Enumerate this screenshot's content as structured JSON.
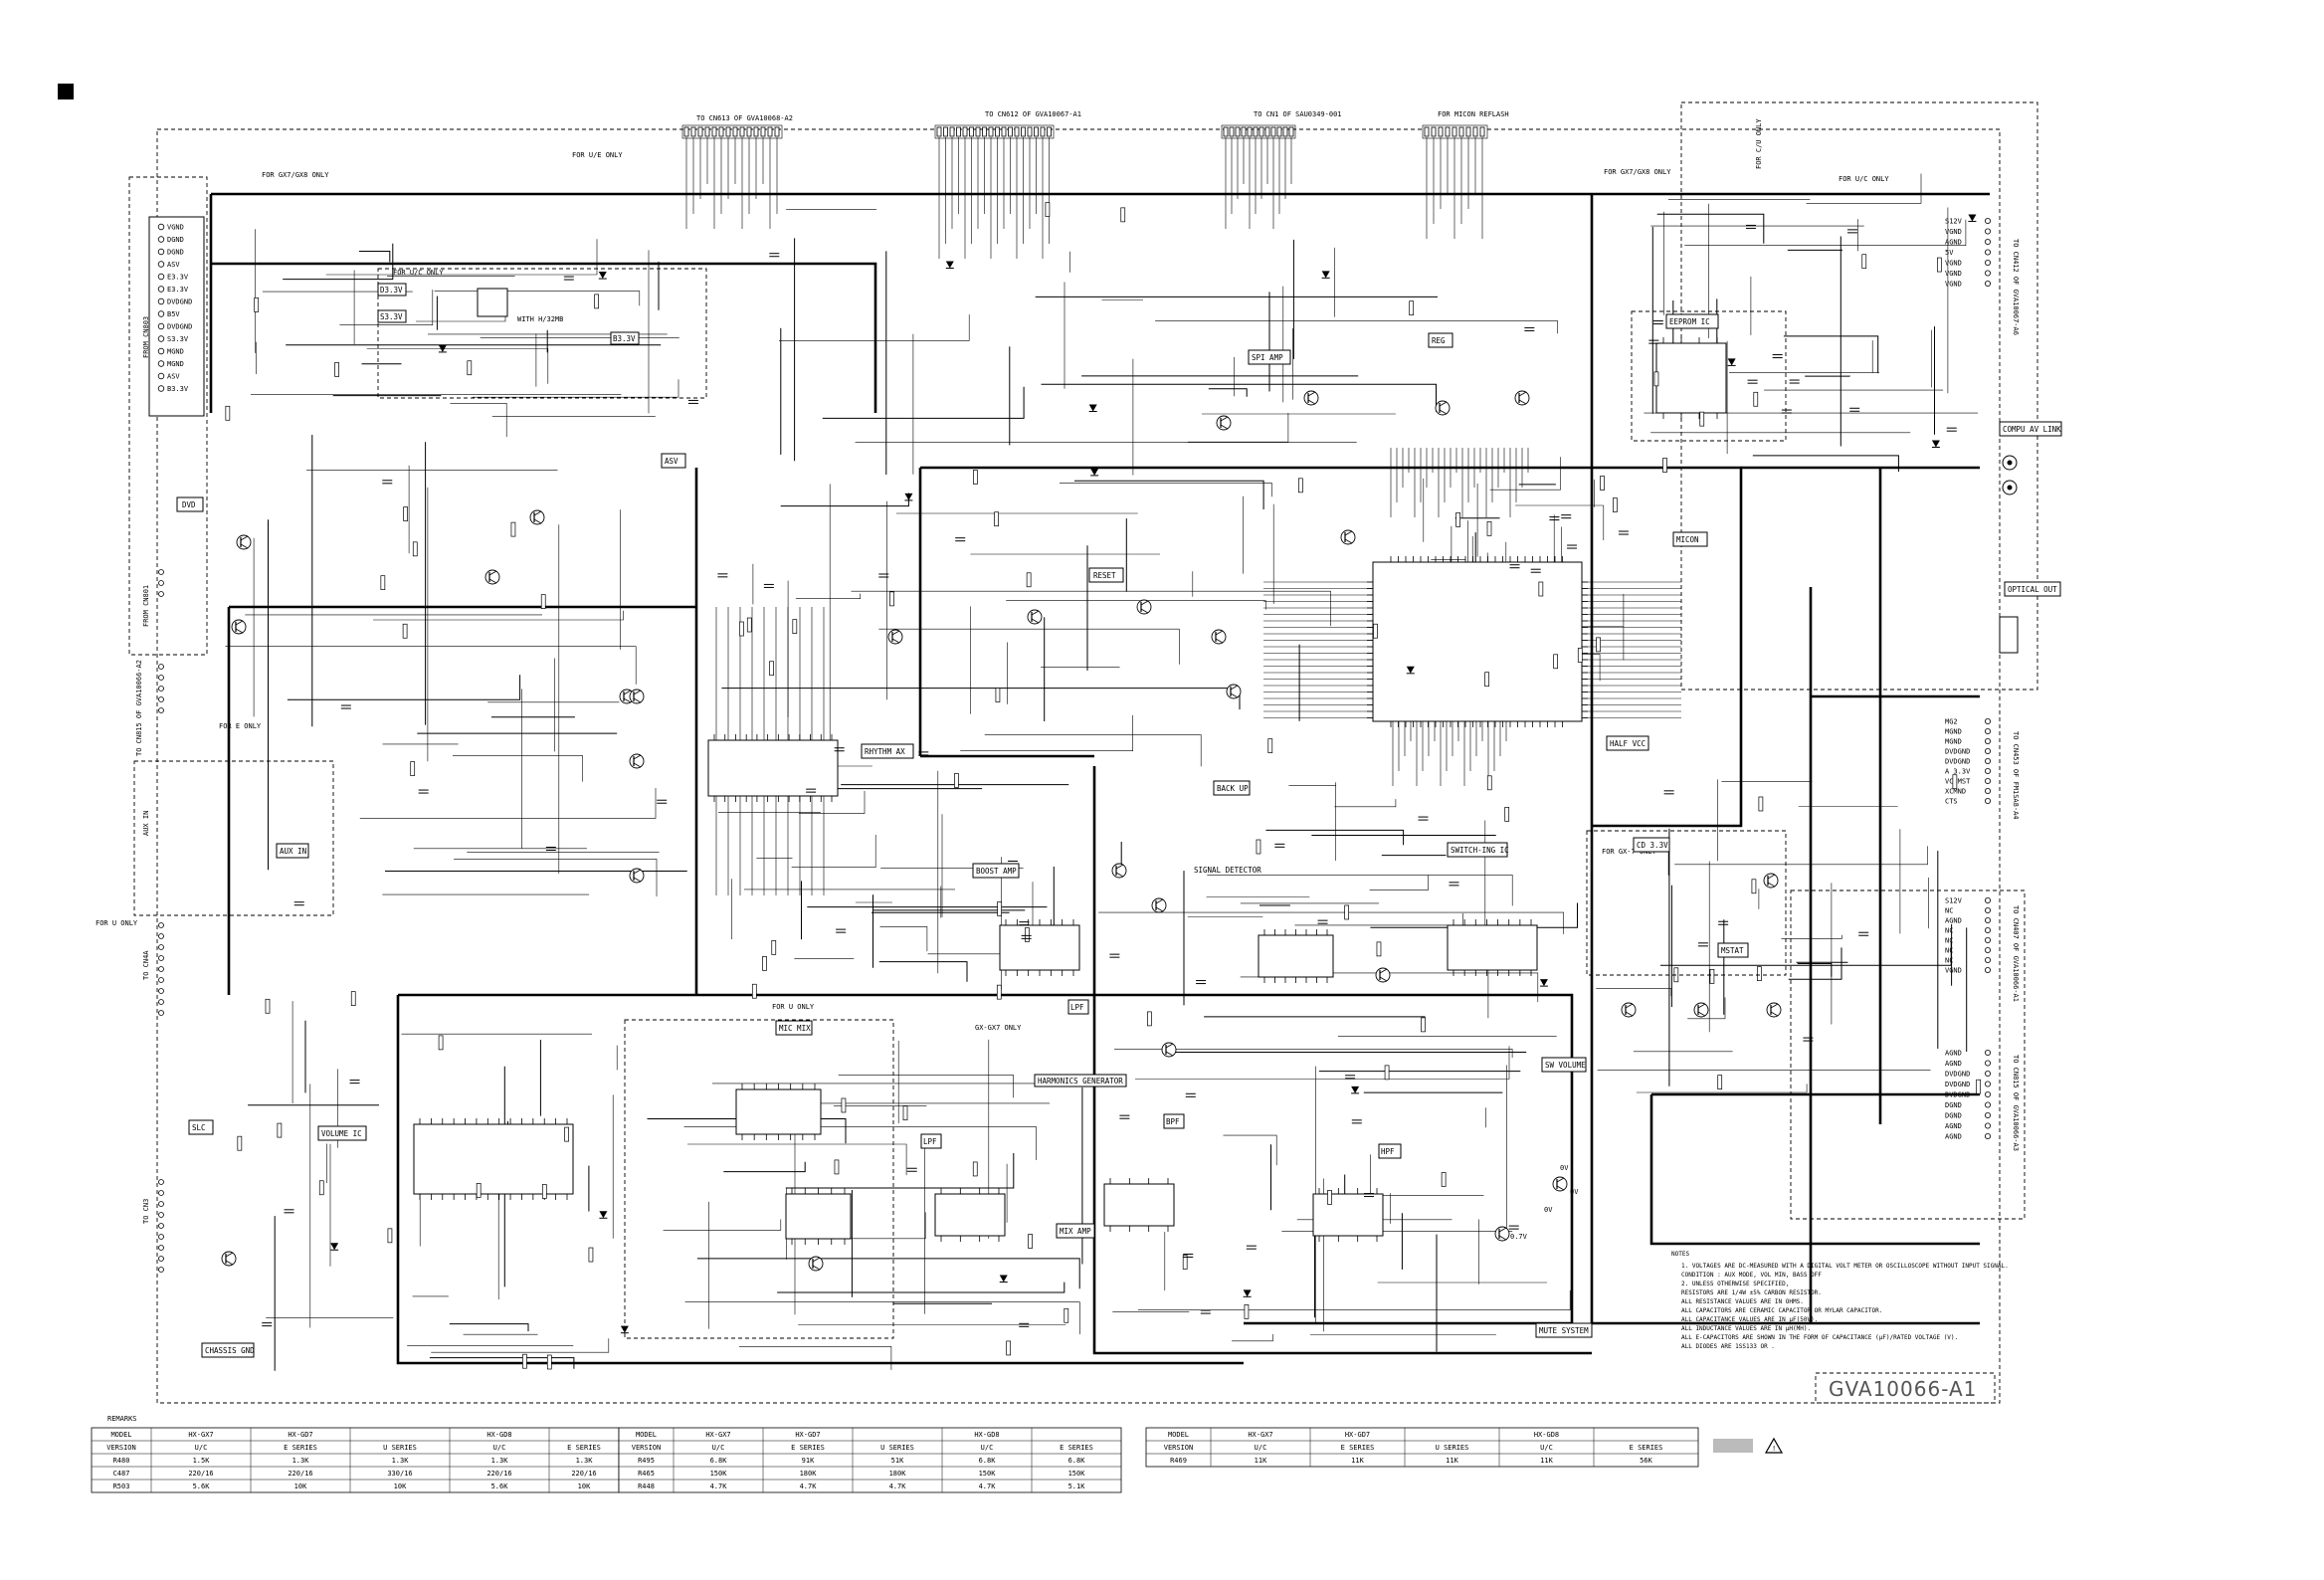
{
  "connectors_top": {
    "cn613": "TO CN613 OF GVA10068-A2",
    "cn612": "TO CN612 OF GVA10067-A1",
    "cn1": "TO CN1 OF SAU0349-001",
    "ficon": "FOR MICON REFLASH"
  },
  "connectors_left": {
    "from_cn803": "FROM CN803",
    "from_cn801": "FROM CN801",
    "to_cn815": "TO CN815 OF GVA10066-A2",
    "aux_in": "AUX IN",
    "to_cn3a": "TO CN4A",
    "to_cn4": "TO CN3"
  },
  "connectors_right": {
    "cn412": "TO CN412 OF GVA10067-A6",
    "cn453": "TO CN453 OF FM1SA8-A4",
    "cn407": "TO CN407 OF GVA10066-A1",
    "cn815": "TO CN815 OF GVA10066-A3"
  },
  "only_notes": {
    "gx7_gx8_left": "FOR GX7/GX8 ONLY",
    "uc_top": "FOR U/E ONLY",
    "uc_only": "FOR U/C ONLY",
    "gx7_gx8_right": "FOR GX7/GX8 ONLY",
    "uc_right1": "FOR C/U ONLY",
    "uc_right2": "FOR U/C ONLY",
    "e_only": "FOR E ONLY",
    "u_only": "FOR U ONLY",
    "u_only2": "FOR U ONLY",
    "gx7_only": "FOR GX-7 ONLY",
    "gx7_only2": "GX-GX7 ONLY",
    "with_h": "WITH H/32MB"
  },
  "blocks": {
    "dvd": "DVD",
    "asv": "ASV",
    "spi_amp": "SPI AMP",
    "reg": "REG",
    "eeprom": "EEPROM IC",
    "reset": "RESET",
    "micon": "MICON",
    "comp_av": "COMPU AV LINK",
    "optical": "OPTICAL OUT",
    "rhythm": "RHYTHM AX",
    "back_up": "BACK UP",
    "half_vcc": "HALF VCC",
    "aux_in_blk": "AUX IN",
    "boost_amp": "BOOST AMP",
    "signal_det": "SIGNAL DETECTOR",
    "switch": "SWITCH-ING IC",
    "cd33": "CD 3.3V",
    "mstat": "MSTAT",
    "lpf": "LPF",
    "sw_volume": "SW VOLUME",
    "mic_mix": "MIC MIX",
    "harmonics": "HARMONICS GENERATOR",
    "lpf2": "LPF",
    "hpf": "HPF",
    "bpf": "BPF",
    "mix_amp": "MIX AMP",
    "volume_ic": "VOLUME IC",
    "slc": "SLC",
    "chassis_gnd": "CHASSIS GND",
    "mute_system": "MUTE SYSTEM",
    "d33": "D3.3V",
    "s33": "S3.3V",
    "b33": "B3.3V"
  },
  "left_pins_dvd": [
    "VGND",
    "DGND",
    "DGND",
    "ASV",
    "E3.3V",
    "E3.3V",
    "DVDGND",
    "B5V",
    "DVDGND",
    "S3.3V",
    "MGND",
    "MGND",
    "ASV",
    "B3.3V"
  ],
  "right_pins_top": [
    "S12V",
    "VGND",
    "AGND",
    "5V",
    "VGND",
    "VGND",
    "VGND"
  ],
  "right_pins_mid": [
    "MG2",
    "MGND",
    "MGND",
    "DVDGND",
    "DVDGND",
    "A 3.3V",
    "VCCMST",
    "XCMND",
    "CTS"
  ],
  "right_pins_low": [
    "S12V",
    "NC",
    "AGND",
    "NC",
    "NC",
    "NC",
    "NC",
    "VGND"
  ],
  "right_pins_bot": [
    "AGND",
    "AGND",
    "DVDGND",
    "DVDGND",
    "DVDGND",
    "DGND",
    "DGND",
    "AGND",
    "AGND"
  ],
  "voltages": {
    "v1": "0V",
    "v2": "0V",
    "v3": "0V",
    "v4": "0.7V"
  },
  "title_block": "GVA10066-A1",
  "notes": {
    "title": "NOTES",
    "lines": [
      "1. VOLTAGES ARE DC-MEASURED WITH A DIGITAL VOLT METER OR OSCILLOSCOPE WITHOUT INPUT SIGNAL.",
      "   CONDITION : AUX MODE, VOL MIN, BASS OFF",
      "2. UNLESS OTHERWISE SPECIFIED,",
      "   RESISTORS ARE 1/4W ±5% CARBON RESISTOR.",
      "   ALL RESISTANCE VALUES ARE IN OHMS.",
      "   ALL CAPACITORS ARE CERAMIC CAPACITOR OR MYLAR CAPACITOR.",
      "   ALL CAPACITANCE VALUES ARE IN μF(50V).",
      "   ALL INDUCTANCE VALUES ARE IN μH(MH).",
      "   ALL E-CAPACITORS ARE SHOWN IN THE FORM OF CAPACITANCE (μF)/RATED VOLTAGE (V).",
      "   ALL DIODES ARE 1SS133 OR ."
    ]
  },
  "remarks": "REMARKS",
  "table1": {
    "headers": [
      "MODEL",
      "HX-GX7",
      "HX-GD7",
      "",
      "HX-GD8",
      ""
    ],
    "sub": [
      "VERSION",
      "U/C",
      "E SERIES",
      "U SERIES",
      "U/C",
      "E SERIES"
    ],
    "rows": [
      [
        "R480",
        "1.5K",
        "1.3K",
        "1.3K",
        "1.3K",
        "1.3K"
      ],
      [
        "C487",
        "220/16",
        "220/16",
        "330/16",
        "220/16",
        "220/16"
      ],
      [
        "R503",
        "5.6K",
        "10K",
        "10K",
        "5.6K",
        "10K"
      ]
    ]
  },
  "table2": {
    "headers": [
      "MODEL",
      "HX-GX7",
      "HX-GD7",
      "",
      "HX-GD8",
      ""
    ],
    "sub": [
      "VERSION",
      "U/C",
      "E SERIES",
      "U SERIES",
      "U/C",
      "E SERIES"
    ],
    "rows": [
      [
        "R495",
        "6.8K",
        "91K",
        "51K",
        "6.8K",
        "6.8K"
      ],
      [
        "R465",
        "150K",
        "180K",
        "180K",
        "150K",
        "150K"
      ],
      [
        "R448",
        "4.7K",
        "4.7K",
        "4.7K",
        "4.7K",
        "5.1K"
      ]
    ]
  },
  "table3": {
    "headers": [
      "MODEL",
      "HX-GX7",
      "HX-GD7",
      "",
      "HX-GD8",
      ""
    ],
    "sub": [
      "VERSION",
      "U/C",
      "E SERIES",
      "U SERIES",
      "U/C",
      "E SERIES"
    ],
    "rows": [
      [
        "R469",
        "11K",
        "11K",
        "11K",
        "11K",
        "56K"
      ]
    ]
  }
}
